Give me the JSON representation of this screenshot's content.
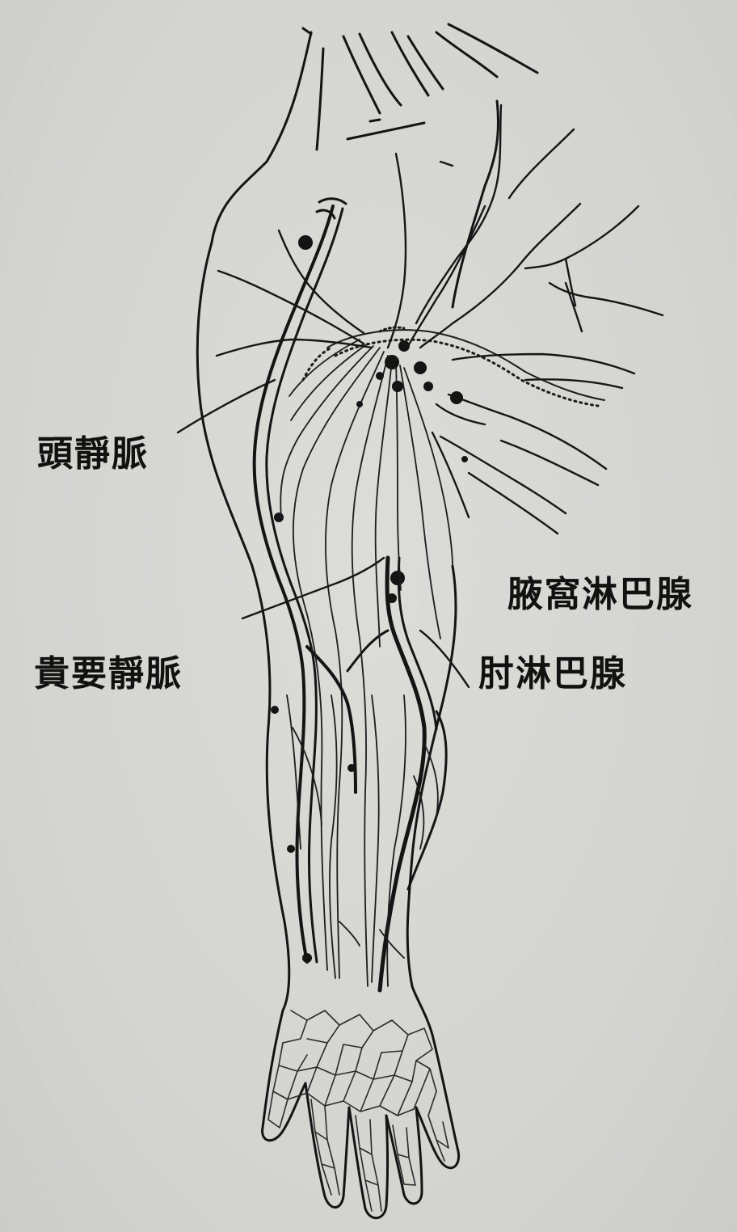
{
  "labels": {
    "cephalic_vein": "頭靜脈",
    "axillary_lymph_nodes": "腋窩淋巴腺",
    "median_vein": "貴要靜脈",
    "cubital_lymph_nodes": "肘淋巴腺"
  },
  "colors": {
    "paper": "#d6d6d3",
    "ink": "#111111"
  }
}
